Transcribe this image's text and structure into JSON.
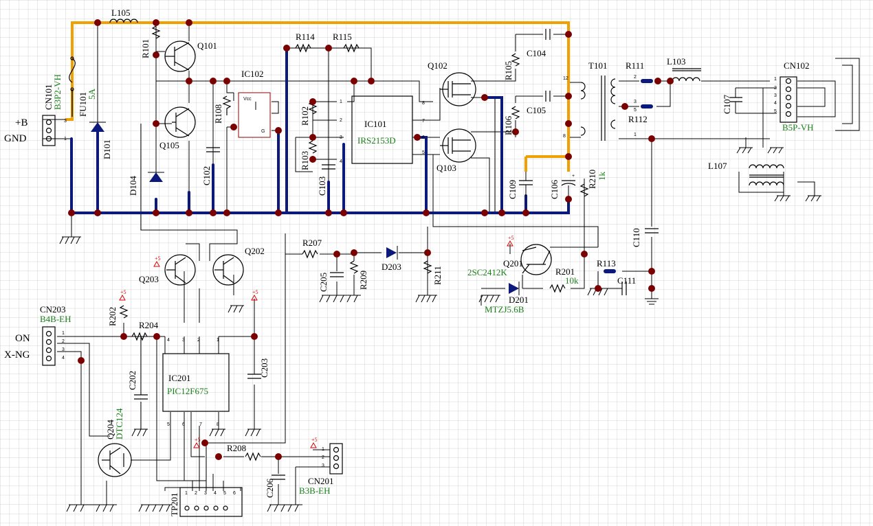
{
  "labels": {
    "plus_b": "+B",
    "gnd": "GND",
    "on": "ON",
    "xng": "X-NG",
    "cn101": "CN101",
    "cn101_type": "B3P2-VH",
    "fu101": "FU101",
    "fu101_val": "5A",
    "d101": "D101",
    "l105": "L105",
    "r101": "R101",
    "q101": "Q101",
    "q105": "Q105",
    "d104": "D104",
    "c102": "C102",
    "r108": "R108",
    "ic102": "IC102",
    "ic102_vcc": "Vcc",
    "ic102_g": "G",
    "r114": "R114",
    "r115": "R115",
    "r102": "R102",
    "r103": "R103",
    "c103": "C103",
    "ic101": "IC101",
    "ic101_part": "IRS2153D",
    "q102": "Q102",
    "q103": "Q103",
    "r105": "R105",
    "c104": "C104",
    "r106": "R106",
    "c105": "C105",
    "c109": "C109",
    "c106": "C106",
    "r210": "R210",
    "r210_val": "1k",
    "t101": "T101",
    "r111": "R111",
    "r112": "R112",
    "l103": "L103",
    "cn102": "CN102",
    "cn102_type": "B5P-VH",
    "c107": "C107",
    "l107": "L107",
    "c110": "C110",
    "r113": "R113",
    "c111": "C111",
    "q201": "Q201",
    "q201_part": "2SC2412K",
    "r201": "R201",
    "r201_val": "10k",
    "d201": "D201",
    "d201_part": "MTZJ5.6B",
    "r207": "R207",
    "c205": "C205",
    "r209": "R209",
    "d203": "D203",
    "r211": "R211",
    "q202": "Q202",
    "q203": "Q203",
    "cn203": "CN203",
    "cn203_type": "B4B-EH",
    "r202": "R202",
    "r204": "R204",
    "ic201": "IC201",
    "ic201_part": "PIC12F675",
    "c202": "C202",
    "c203": "C203",
    "q204": "Q204",
    "q204_part": "DTC124",
    "r208": "R208",
    "c206": "C206",
    "cn201": "CN201",
    "cn201_type": "B3B-EH",
    "tp201": "TP201",
    "plus5": "+5"
  },
  "colors": {
    "grid": "#c8c8c8",
    "wire": "#000000",
    "ground_bus": "#0b1a7a",
    "hv_trace": "#f0a000",
    "junction": "#7a0000",
    "value_text": "#1a7f1a",
    "supply_marker": "#dd0000"
  }
}
